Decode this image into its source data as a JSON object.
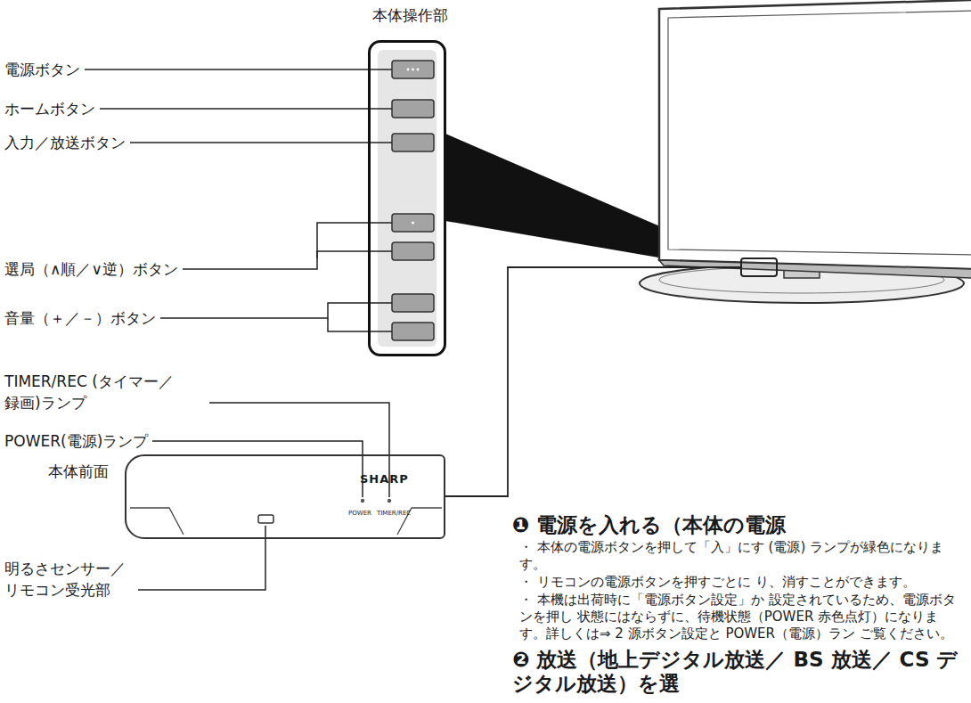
{
  "diagram": {
    "nodes": [
      {
        "text": [
          "本体操作部"
        ]
      },
      {
        "text": [
          "本体前面",
          "SHARP",
          "POWER",
          "TIMER/REC"
        ]
      }
    ],
    "labels": [
      "電源ボタン",
      "ホームボタン",
      "入力／放送ボタン",
      "選局（∧順／∨逆）ボタン",
      "音量（＋／－）ボタン",
      "TIMER/REC (タイマー／録画)ランプ",
      "POWER(電源)ランプ",
      "明るさセンサー／リモコン受光部",
      "❶ 電源を入れる（本体の電源",
      "・ 本体の電源ボタンを押して「入」にす (電源) ランプが緑色になります。",
      "・ リモコンの電源ボタンを押すごとに り、消すことができます。",
      "・ 本機は出荷時に「電源ボタン設定」か 設定されているため、電源ボタンを押し 状態にはならずに、待機状態（POWER 赤色点灯）になります。詳しくは⇒ 2 源ボタン設定と POWER（電源）ラン ご覧ください。",
      "❷ 放送（地上デジタル放送／ BS 放送／ CS デジタル放送）を選"
    ]
  }
}
